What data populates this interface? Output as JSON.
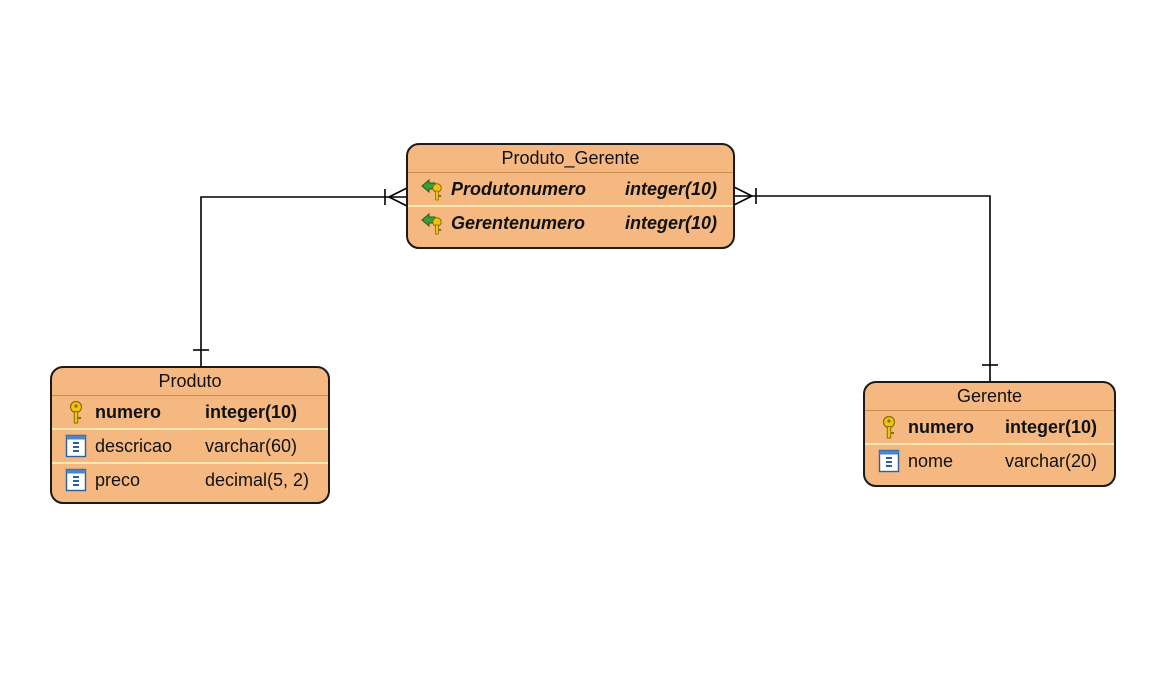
{
  "entities": {
    "produto_gerente": {
      "name": "Produto_Gerente",
      "columns": [
        {
          "name": "Produtonumero",
          "type": "integer(10)",
          "key": "pfk"
        },
        {
          "name": "Gerentenumero",
          "type": "integer(10)",
          "key": "pfk"
        }
      ]
    },
    "produto": {
      "name": "Produto",
      "columns": [
        {
          "name": "numero",
          "type": "integer(10)",
          "key": "pk"
        },
        {
          "name": "descricao",
          "type": "varchar(60)",
          "key": "col"
        },
        {
          "name": "preco",
          "type": "decimal(5, 2)",
          "key": "col"
        }
      ]
    },
    "gerente": {
      "name": "Gerente",
      "columns": [
        {
          "name": "numero",
          "type": "integer(10)",
          "key": "pk"
        },
        {
          "name": "nome",
          "type": "varchar(20)",
          "key": "col"
        }
      ]
    }
  },
  "relationships": [
    {
      "from": "produto",
      "to": "produto_gerente",
      "from_cardinality": "one",
      "to_cardinality": "many"
    },
    {
      "from": "gerente",
      "to": "produto_gerente",
      "from_cardinality": "one",
      "to_cardinality": "many"
    }
  ],
  "colors": {
    "entity_fill": "#f4b880",
    "entity_border": "#1a1a1a",
    "row_divider": "#fbe7b0",
    "line": "#000000"
  },
  "icons": {
    "pk": "primary-key-icon",
    "pfk": "foreign-primary-key-icon",
    "col": "column-icon"
  }
}
